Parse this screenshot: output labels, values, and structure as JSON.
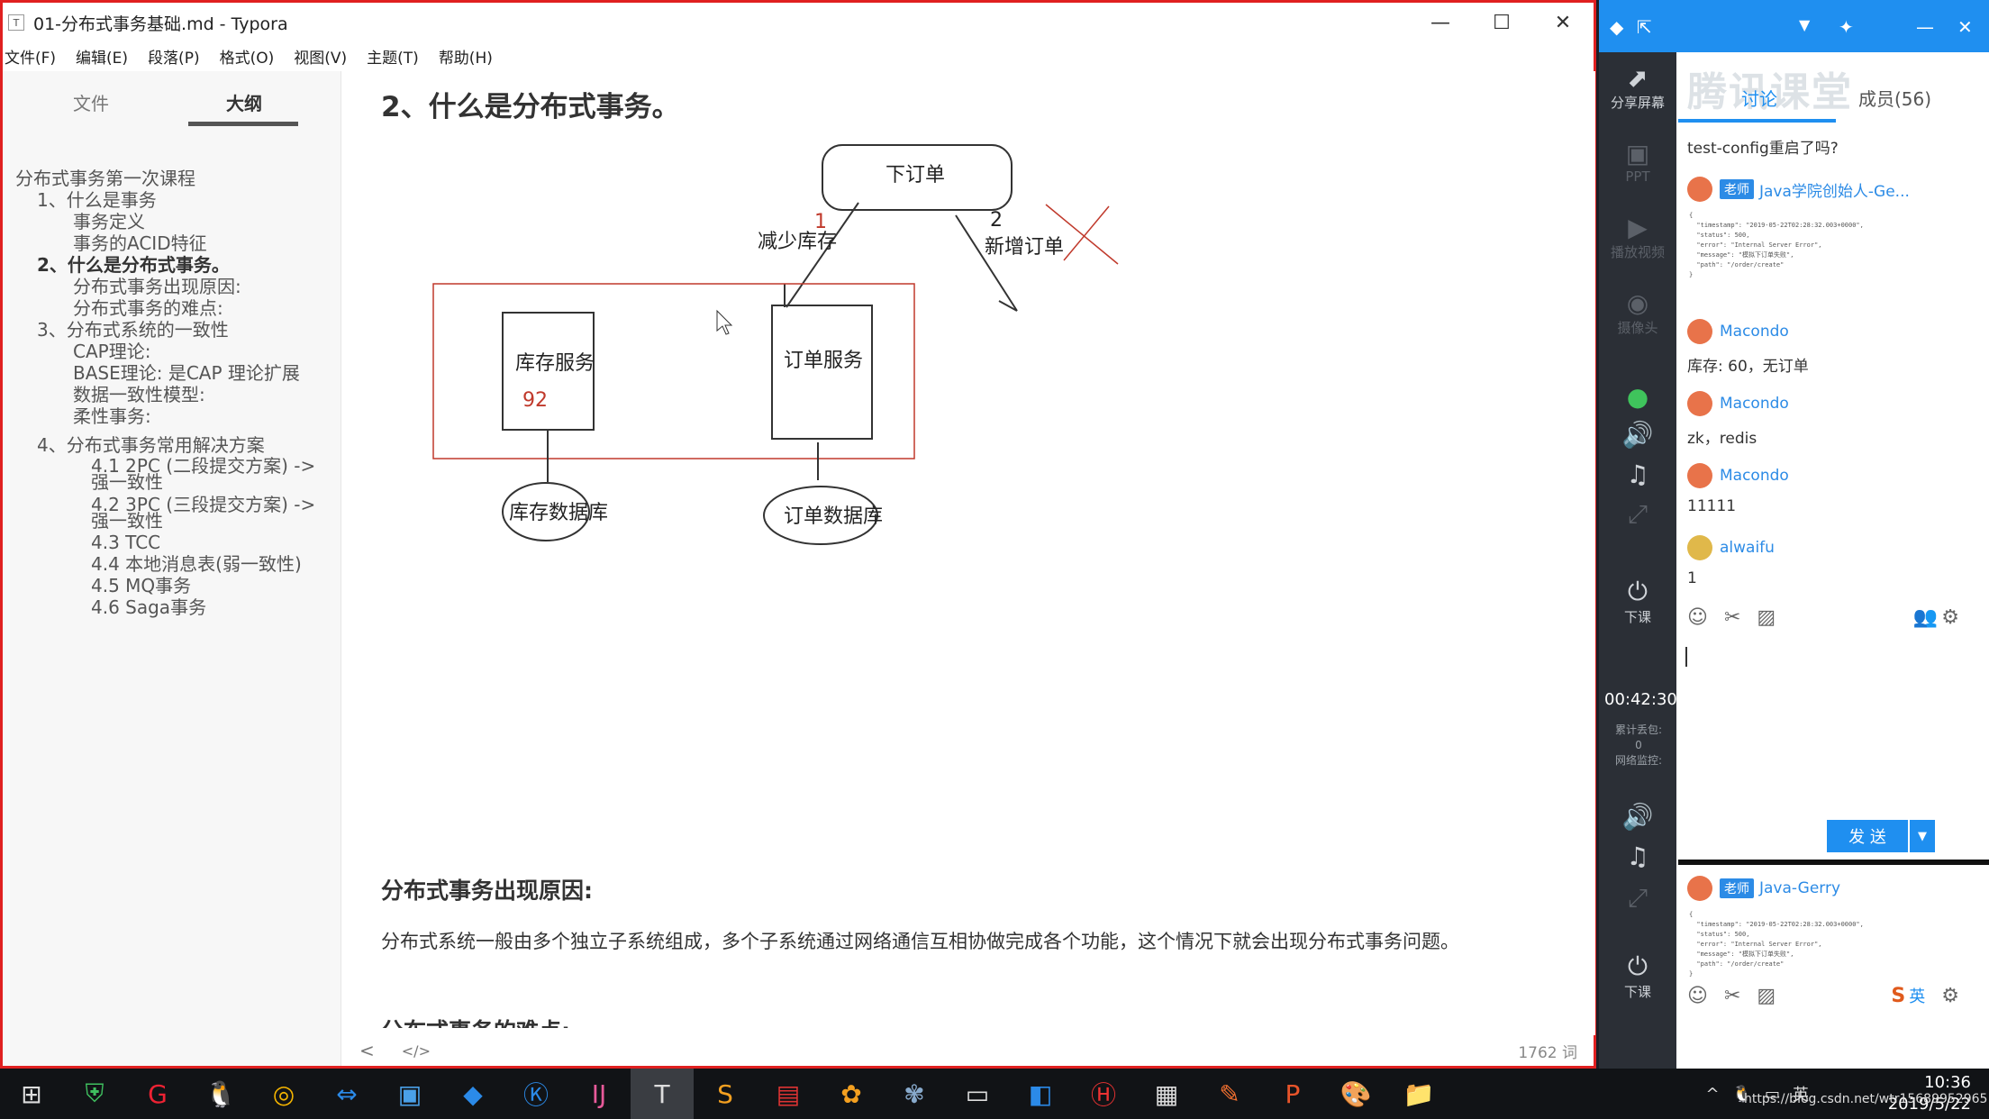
{
  "typora": {
    "window_title": "01-分布式事务基础.md - Typora",
    "app_icon": "T",
    "win_minimize": "—",
    "win_maximize": "☐",
    "win_close": "✕",
    "menu": [
      "文件(F)",
      "编辑(E)",
      "段落(P)",
      "格式(O)",
      "视图(V)",
      "主题(T)",
      "帮助(H)"
    ],
    "sidebar": {
      "tab_files": "文件",
      "tab_outline": "大纲",
      "outline": [
        {
          "label": "分布式事务第一次课程",
          "level": 0,
          "bold": false
        },
        {
          "label": "1、什么是事务",
          "level": 1,
          "bold": false
        },
        {
          "label": "事务定义",
          "level": 2,
          "bold": false
        },
        {
          "label": "事务的ACID特征",
          "level": 2,
          "bold": false
        },
        {
          "label": "2、什么是分布式事务。",
          "level": 1,
          "bold": true
        },
        {
          "label": "分布式事务出现原因:",
          "level": 2,
          "bold": false
        },
        {
          "label": "分布式事务的难点:",
          "level": 2,
          "bold": false
        },
        {
          "label": "3、分布式系统的一致性",
          "level": 1,
          "bold": false
        },
        {
          "label": "CAP理论:",
          "level": 2,
          "bold": false
        },
        {
          "label": "BASE理论: 是CAP 理论扩展",
          "level": 2,
          "bold": false
        },
        {
          "label": "数据一致性模型:",
          "level": 2,
          "bold": false
        },
        {
          "label": "柔性事务:",
          "level": 2,
          "bold": false
        },
        {
          "label": "4、分布式事务常用解决方案",
          "level": 1,
          "bold": false
        },
        {
          "label": "4.1 2PC (二段提交方案) ->",
          "level": 3,
          "bold": false
        },
        {
          "label": "强一致性",
          "level": 3,
          "bold": false
        },
        {
          "label": "4.2 3PC (三段提交方案) ->",
          "level": 3,
          "bold": false
        },
        {
          "label": "强一致性",
          "level": 3,
          "bold": false
        },
        {
          "label": "4.3 TCC",
          "level": 3,
          "bold": false
        },
        {
          "label": "4.4 本地消息表(弱一致性)",
          "level": 3,
          "bold": false
        },
        {
          "label": "4.5 MQ事务",
          "level": 3,
          "bold": false
        },
        {
          "label": "4.6 Saga事务",
          "level": 3,
          "bold": false
        }
      ]
    },
    "editor": {
      "heading": "2、什么是分布式事务。",
      "diagram": {
        "order_box": "下订单",
        "step1_num": "1",
        "step1_label": "减少库存",
        "step2_num": "2",
        "step2_label": "新增订单",
        "inventory_service": "库存服务",
        "inventory_value": "92",
        "order_service": "订单服务",
        "inventory_db": "库存数据库",
        "order_db": "订单数据库"
      },
      "subheading": "分布式事务出现原因:",
      "paragraph": "分布式系统一般由多个独立子系统组成，多个子系统通过网络通信互相协做完成各个功能，这个情况下就会出现分布式事务问题。",
      "next_heading_cut": "分布式事务的难点:"
    },
    "status": {
      "nav_left": "<",
      "source_toggle": "</>",
      "word_count": "1762 词"
    }
  },
  "tencent": {
    "watermark": "腾讯课堂",
    "tab_discuss": "讨论",
    "tab_members": "成员(56)",
    "side": {
      "share_screen": "分享屏幕",
      "ppt": "PPT",
      "play_video": "播放视频",
      "camera": "摄像头",
      "end_class": "下课",
      "end_class_2": "下课"
    },
    "timer": "00:42:30",
    "stats": [
      "累计丢包:",
      "0",
      "网络监控:"
    ],
    "messages": [
      {
        "type": "text",
        "text": "test-config重启了吗?"
      },
      {
        "type": "user",
        "name": "Java学院创始人-Ge...",
        "teacher": true
      },
      {
        "type": "user",
        "name": "Macondo",
        "teacher": false,
        "text": "库存: 60，无订单"
      },
      {
        "type": "user",
        "name": "Macondo",
        "teacher": false,
        "text": "zk，redis"
      },
      {
        "type": "user",
        "name": "Macondo",
        "teacher": false,
        "text": "11111"
      },
      {
        "type": "user",
        "name": "alwaifu",
        "teacher": false,
        "text": "1"
      }
    ],
    "teacher_badge": "老师",
    "code_snippet": "{\n  \"timestamp\": \"2019-05-22T02:28:32.003+0000\",\n  \"status\": 500,\n  \"error\": \"Internal Server Error\",\n  \"message\": \"模拟下订单失败\",\n  \"path\": \"/order/create\"\n}",
    "send_label": "发 送",
    "send_arrow": "▼",
    "second_user": "Java-Gerry",
    "ime_label": "英"
  },
  "taskbar": {
    "clock_time": "10:36",
    "clock_date": "2019/5/22",
    "url_overlay": "https://blog.csdn.net/wtr15689952965"
  },
  "colors": {
    "window_border": "#e02020",
    "accent_blue": "#1f8ff0",
    "diagram_red": "#c0392b"
  }
}
